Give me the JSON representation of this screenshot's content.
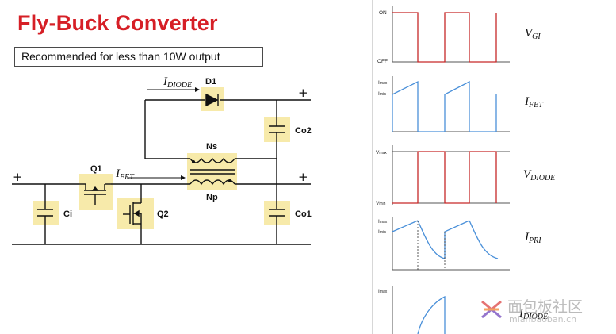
{
  "title": "Fly-Buck Converter",
  "subtitle": "Recommended for less than 10W output",
  "schematic": {
    "labels": {
      "d1": "D1",
      "q1": "Q1",
      "q2": "Q2",
      "ns": "Ns",
      "np": "Np",
      "ci": "Ci",
      "co1": "Co1",
      "co2": "Co2",
      "plus": "+"
    },
    "current_labels": {
      "idiode_main": "I",
      "idiode_sub": "DIODE",
      "ifet_main": "I",
      "ifet_sub": "FET"
    }
  },
  "waveforms": [
    {
      "name_main": "V",
      "name_sub": "GI",
      "tick_top": "ON",
      "tick_bottom": "OFF",
      "color": "#c62828"
    },
    {
      "name_main": "I",
      "name_sub": "FET",
      "tick_top_main": "I",
      "tick_top_sub": "max",
      "tick_bottom_main": "I",
      "tick_bottom_sub": "min",
      "color": "#4a90d9"
    },
    {
      "name_main": "V",
      "name_sub": "DIODE",
      "tick_top_main": "V",
      "tick_top_sub": "max",
      "tick_bottom_main": "V",
      "tick_bottom_sub": "min",
      "color": "#c62828"
    },
    {
      "name_main": "I",
      "name_sub": "PRI",
      "tick_top_main": "I",
      "tick_top_sub": "max",
      "tick_bottom_main": "I",
      "tick_bottom_sub": "min",
      "color": "#4a90d9"
    },
    {
      "name_main": "I",
      "name_sub": "DIODE",
      "tick_top_main": "I",
      "tick_top_sub": "max",
      "color": "#4a90d9"
    }
  ],
  "watermark": {
    "text": "面包板社区",
    "sub": "mianbaoban.cn"
  },
  "colors": {
    "title": "#d61f26",
    "highlight": "#f7eaaa",
    "voltage": "#c62828",
    "current": "#4a90d9"
  }
}
